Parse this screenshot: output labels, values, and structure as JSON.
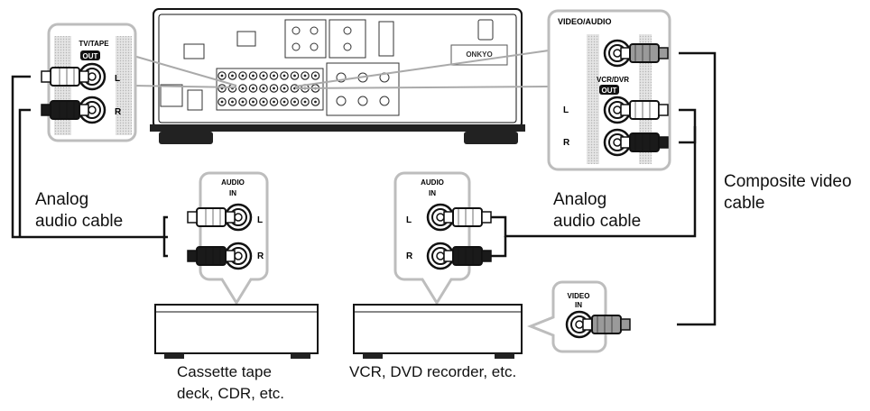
{
  "receiver_panel": {
    "tv_tape_title": "TV/TAPE",
    "out_badge": "OUT",
    "left": "L",
    "right": "R"
  },
  "video_audio_panel": {
    "title": "VIDEO/AUDIO",
    "subtitle": "VCR/DVR",
    "out_badge": "OUT",
    "left": "L",
    "right": "R"
  },
  "cassette_inputs": {
    "title_line1": "AUDIO",
    "title_line2": "IN",
    "left": "L",
    "right": "R"
  },
  "vcr_audio_inputs": {
    "title_line1": "AUDIO",
    "title_line2": "IN",
    "left": "L",
    "right": "R"
  },
  "vcr_video_input": {
    "title_line1": "VIDEO",
    "title_line2": "IN"
  },
  "labels": {
    "analog_cable_left_line1": "Analog",
    "analog_cable_left_line2": "audio cable",
    "analog_cable_right_line1": "Analog",
    "analog_cable_right_line2": "audio cable",
    "composite_line1": "Composite video",
    "composite_line2": "cable",
    "cassette_line1": "Cassette tape",
    "cassette_line2": "deck, CDR, etc.",
    "vcr": "VCR, DVD recorder, etc."
  },
  "brand_logo": "ONKYO"
}
